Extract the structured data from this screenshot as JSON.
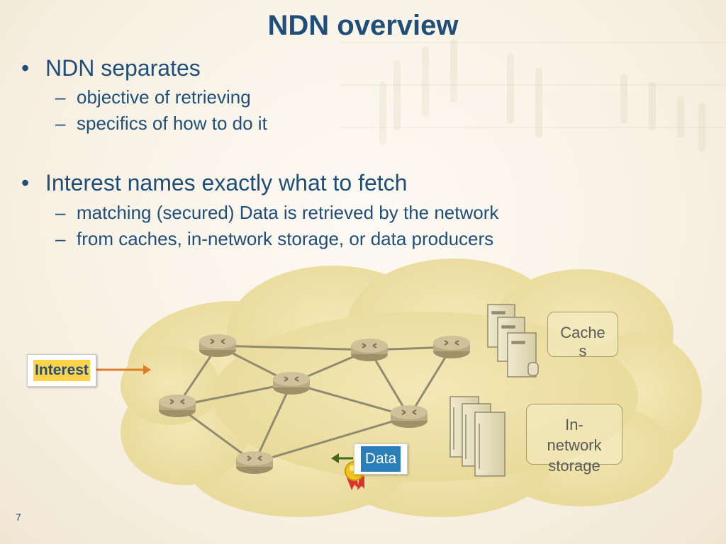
{
  "slide": {
    "title": "NDN overview",
    "page_number": "7"
  },
  "bullets": [
    {
      "text": "NDN separates",
      "subs": [
        "objective of retrieving",
        "specifics of how to do it"
      ]
    },
    {
      "text": "Interest names exactly what to fetch",
      "subs": [
        "matching (secured) Data is retrieved by the network",
        "from caches, in-network storage, or data producers"
      ]
    }
  ],
  "diagram": {
    "interest_label": "Interest",
    "data_label": "Data",
    "caches_label_line1": "Cache",
    "caches_label_line2": "s",
    "storage_label_line1": "In-",
    "storage_label_line2": "network",
    "storage_label_line3": "storage",
    "colors": {
      "cloud": "#efe2a8",
      "router": "#b9ab84",
      "link": "#8f8a72",
      "interest_arrow": "#e07b2a",
      "data_arrow": "#3e6b18",
      "text": "#1f4e79"
    }
  }
}
